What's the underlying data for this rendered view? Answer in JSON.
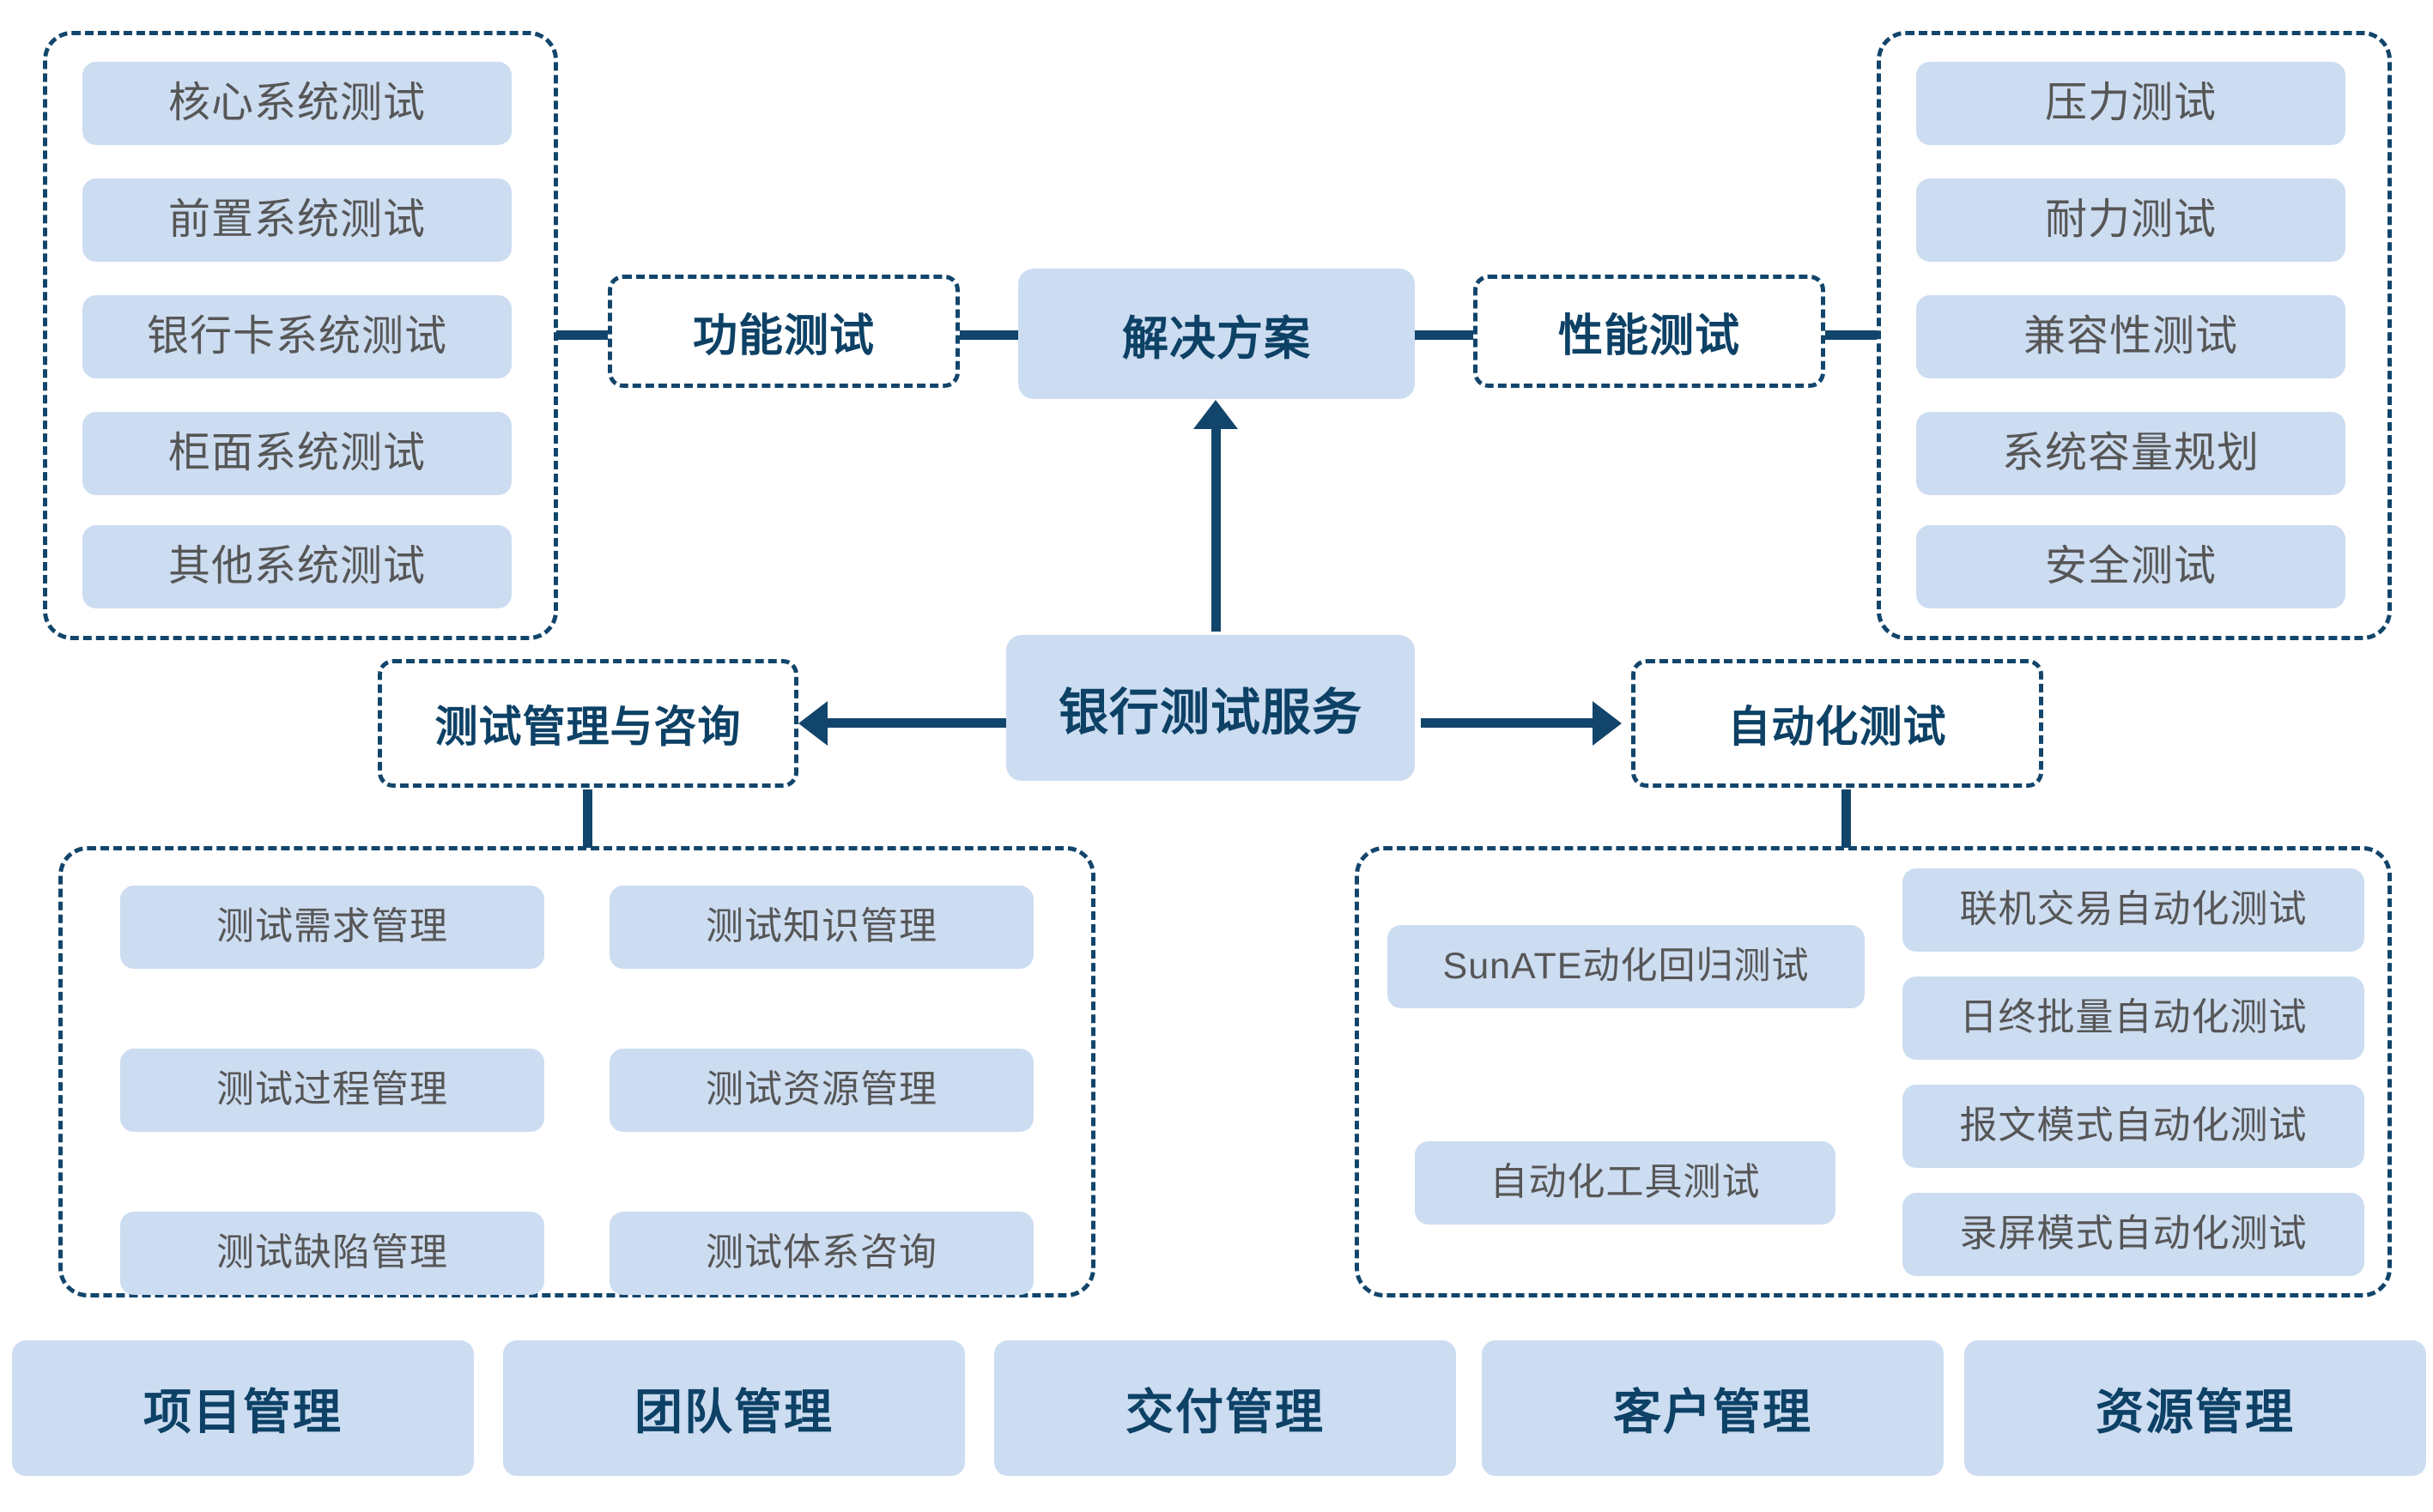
{
  "diagram": {
    "title": "银行测试服务解决方案",
    "colors": {
      "chip_fill": "#ccdcf1",
      "dark_blue": "#12456b",
      "node_text_blue": "#0d4166",
      "chip_text_gray": "#565656",
      "background": "#ffffff"
    },
    "root": {
      "label": "银行测试服务"
    },
    "solution": {
      "label": "解决方案"
    },
    "branches": {
      "functional": {
        "label": "功能测试"
      },
      "performance": {
        "label": "性能测试"
      },
      "management": {
        "label": "测试管理与咨询"
      },
      "automation": {
        "label": "自动化测试"
      }
    },
    "functional_items": [
      {
        "label": "核心系统测试"
      },
      {
        "label": "前置系统测试"
      },
      {
        "label": "银行卡系统测试"
      },
      {
        "label": "柜面系统测试"
      },
      {
        "label": "其他系统测试"
      }
    ],
    "performance_items": [
      {
        "label": "压力测试"
      },
      {
        "label": "耐力测试"
      },
      {
        "label": "兼容性测试"
      },
      {
        "label": "系统容量规划"
      },
      {
        "label": "安全测试"
      }
    ],
    "management_items_left": [
      {
        "label": "测试需求管理"
      },
      {
        "label": "测试过程管理"
      },
      {
        "label": "测试缺陷管理"
      }
    ],
    "management_items_right": [
      {
        "label": "测试知识管理"
      },
      {
        "label": "测试资源管理"
      },
      {
        "label": "测试体系咨询"
      }
    ],
    "automation_items_left": [
      {
        "label": "SunATE动化回归测试"
      },
      {
        "label": "自动化工具测试"
      }
    ],
    "automation_items_right": [
      {
        "label": "联机交易自动化测试"
      },
      {
        "label": "日终批量自动化测试"
      },
      {
        "label": "报文模式自动化测试"
      },
      {
        "label": "录屏模式自动化测试"
      }
    ],
    "bottom_bar": [
      {
        "label": "项目管理"
      },
      {
        "label": "团队管理"
      },
      {
        "label": "交付管理"
      },
      {
        "label": "客户管理"
      },
      {
        "label": "资源管理"
      }
    ]
  }
}
